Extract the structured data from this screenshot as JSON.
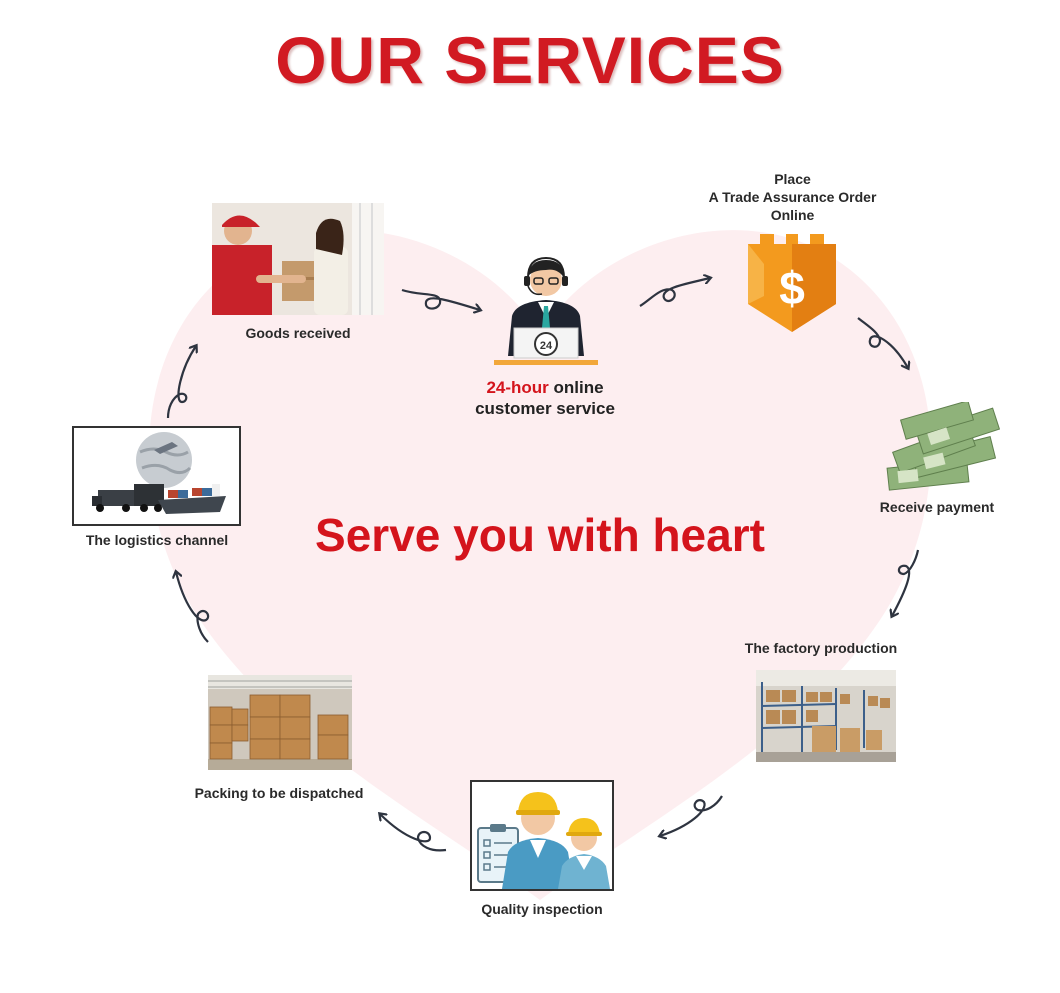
{
  "title": "OUR SERVICES",
  "tagline": "Serve you with heart",
  "center_service": {
    "highlight": "24-hour",
    "rest_line1": " online",
    "line2": "customer service",
    "badge": "24"
  },
  "steps": {
    "place_order": [
      "Place",
      "A Trade Assurance Order",
      "Online"
    ],
    "receive_payment": "Receive payment",
    "factory_production": "The factory production",
    "quality_inspection": "Quality inspection",
    "packing": "Packing to be dispatched",
    "logistics": "The logistics channel",
    "goods_received": "Goods received"
  },
  "icons": {
    "shield_symbol": "$"
  },
  "colors": {
    "title_red": "#d11a22",
    "tagline_red": "#d4141c",
    "heart_pink": "#fdeef0",
    "arrow": "#2e3440",
    "shield_orange": "#f39a1e"
  }
}
